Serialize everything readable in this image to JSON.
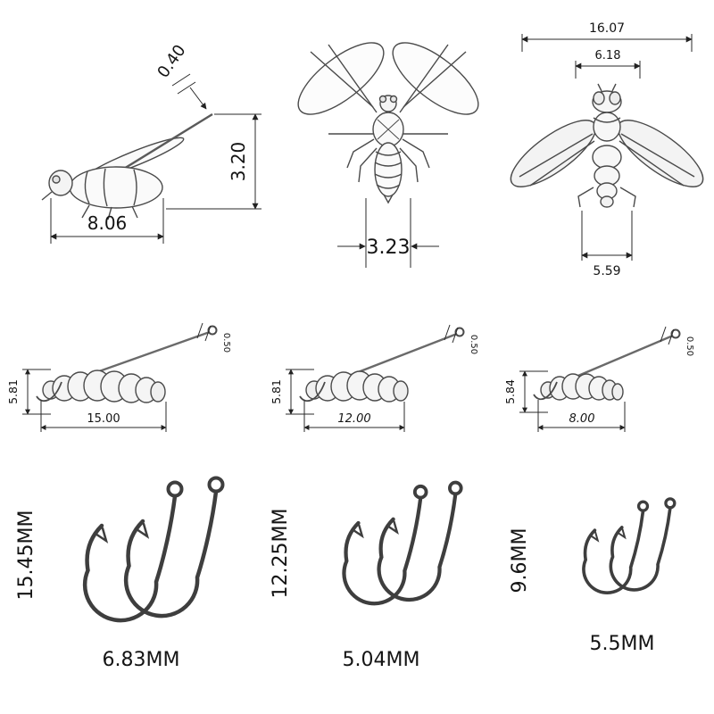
{
  "title": "fishing-fly-lure-dimension-diagram",
  "colors": {
    "background": "#ffffff",
    "line_art": "#4a4a4a",
    "dimension": "#1c1c1c",
    "hook": "#3e3e3e"
  },
  "fly_side": {
    "wire_diameter": "0.40",
    "body_length": "8.06",
    "body_height": "3.20"
  },
  "fly_top": {
    "body_width": "3.23"
  },
  "fly_back": {
    "wingspan": "16.07",
    "head_width": "6.18",
    "tail_width": "5.59"
  },
  "grubs": [
    {
      "body_height": "5.81",
      "body_length": "15.00",
      "pin_diameter": "0.50"
    },
    {
      "body_height": "5.81",
      "body_length": "12.00",
      "pin_diameter": "0.50"
    },
    {
      "body_height": "5.84",
      "body_length": "8.00",
      "pin_diameter": "0.50"
    }
  ],
  "hooks": [
    {
      "shank_length": "15.45MM",
      "gap_width": "6.83MM"
    },
    {
      "shank_length": "12.25MM",
      "gap_width": "5.04MM"
    },
    {
      "shank_length": "9.6MM",
      "gap_width": "5.5MM"
    }
  ]
}
